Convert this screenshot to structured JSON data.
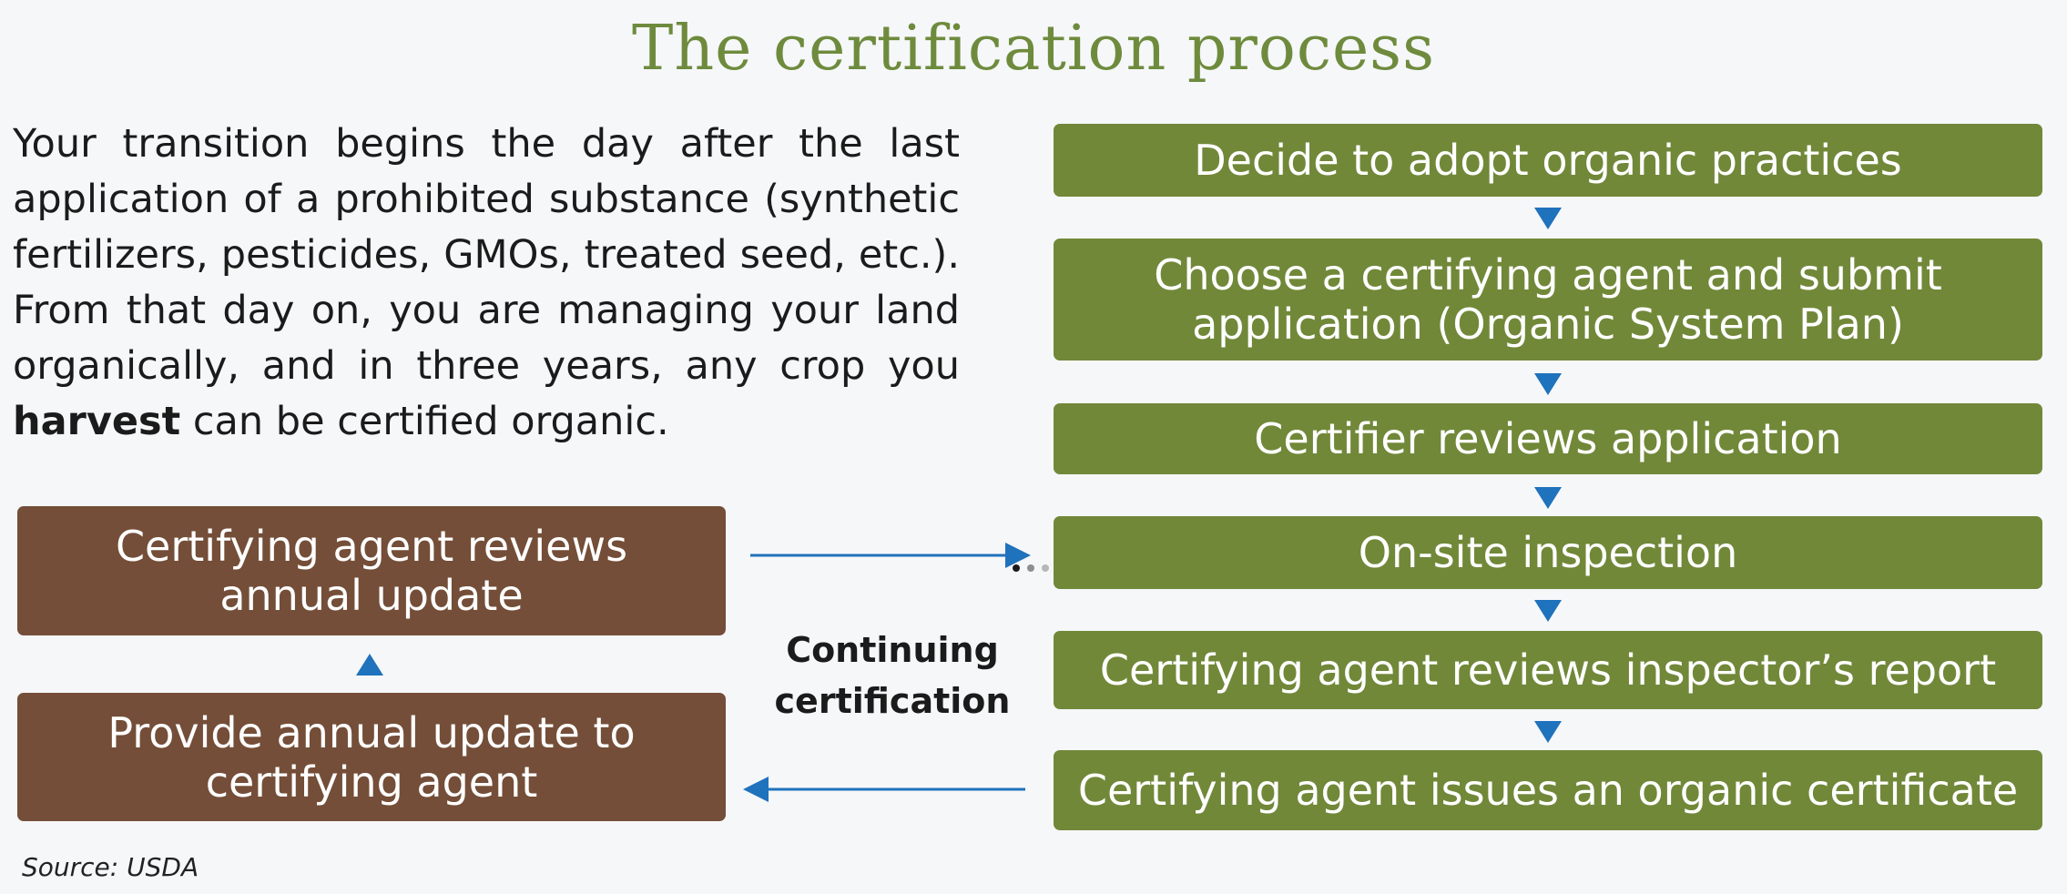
{
  "title": "The certification process",
  "intro": {
    "text_before": "Your transition begins the day after the last application of a prohibited substance (synthetic fertilizers, pesticides, GMOs, treated seed, etc.). From that day on, you are managing your land organically, and in three years, any crop you ",
    "bold": "harvest",
    "text_after": " can be certified organic."
  },
  "steps": [
    {
      "label": "Decide to adopt organic practices"
    },
    {
      "label": "Choose a certifying agent and submit application (Organic System Plan)"
    },
    {
      "label": "Certifier reviews application"
    },
    {
      "label": "On-site inspection"
    },
    {
      "label": "Certifying agent reviews inspector’s report"
    },
    {
      "label": "Certifying agent issues an organic certificate"
    }
  ],
  "annual": [
    {
      "label": "Certifying agent reviews annual update"
    },
    {
      "label": "Provide annual update to certifying agent"
    }
  ],
  "loop_label": "Continuing certification",
  "source": "Source: USDA",
  "colors": {
    "title": "#6e8b3d",
    "step_box": "#718839",
    "annual_box": "#744e38",
    "arrow": "#1f72bc",
    "background": "#f6f7f9"
  }
}
